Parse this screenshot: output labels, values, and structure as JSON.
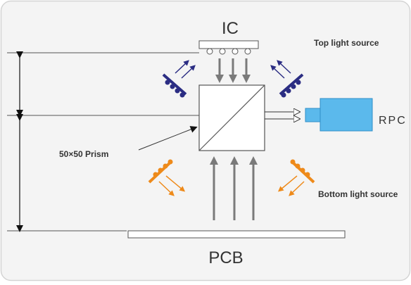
{
  "labels": {
    "ic": "IC",
    "top_light": "Top light source",
    "rpc": "RPC",
    "prism": "50×50 Prism",
    "bottom_light": "Bottom light source",
    "pcb": "PCB"
  },
  "colors": {
    "background": "#f4f4f4",
    "border": "#d4d4d4",
    "line": "#555555",
    "top_light": "#2b2d83",
    "bottom_light": "#ee8a1a",
    "rpc_fill": "#5bb9ec",
    "rpc_stroke": "#2f8ec7",
    "arrow_gray": "#7a7a7a",
    "text": "#333333"
  }
}
